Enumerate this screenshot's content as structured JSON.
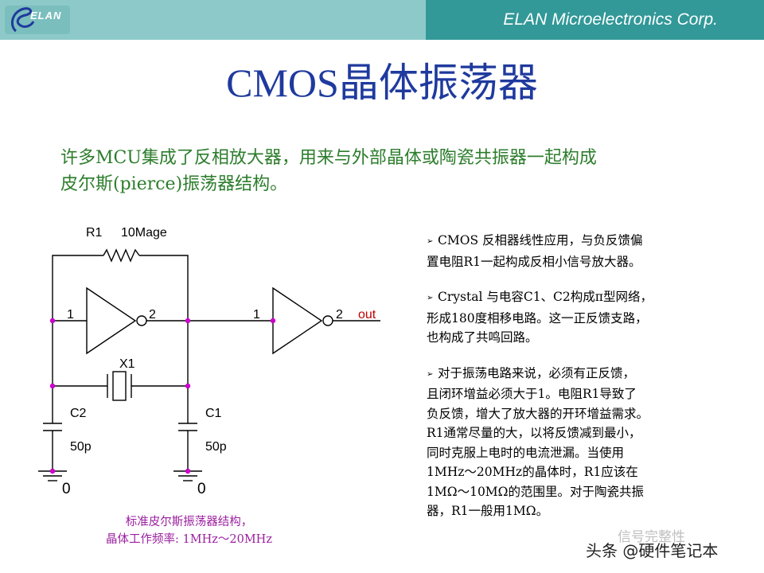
{
  "header": {
    "company": "ELAN Microelectronics Corp.",
    "logo_text": "ELAN"
  },
  "title": "CMOS晶体振荡器",
  "intro": {
    "line1": "许多MCU集成了反相放大器，用来与外部晶体或陶瓷共振器一起构成",
    "line2": "皮尔斯(pierce)振荡器结构。"
  },
  "schematic": {
    "r1_label": "R1",
    "r1_value": "10Mage",
    "x1_label": "X1",
    "c1_label": "C1",
    "c1_value": "50p",
    "c2_label": "C2",
    "c2_value": "50p",
    "inv1_pin_in": "1",
    "inv1_pin_out": "2",
    "inv2_pin_in": "1",
    "inv2_pin_out": "2",
    "out_label": "out",
    "gnd_left_label": "0",
    "gnd_right_label": "0"
  },
  "bullets": [
    [
      "CMOS 反相器线性应用，与负反馈偏",
      "置电阻R1一起构成反相小信号放大器。"
    ],
    [
      "Crystal 与电容C1、C2构成π型网络，",
      "形成180度相移电路。这一正反馈支路，",
      "也构成了共鸣回路。"
    ],
    [
      "对于振荡电路来说，必须有正反馈，",
      "且闭环增益必须大于1。电阻R1导致了",
      "负反馈，增大了放大器的开环增益需求。",
      "R1通常尽量的大，以将反馈减到最小，",
      "同时克服上电时的电流泄漏。当使用",
      "1MHz～20MHz的晶体时，R1应该在",
      "1MΩ～10MΩ的范围里。对于陶瓷共振",
      "器，R1一般用1MΩ。"
    ]
  ],
  "caption": {
    "line1": "标准皮尔斯振荡器结构，",
    "line2": "晶体工作频率: 1MHz～20MHz"
  },
  "watermark": {
    "line1": "信号完整性",
    "line2": "头条 @硬件笔记本"
  },
  "colors": {
    "header_light": "#8ec9c9",
    "header_dark": "#329898",
    "title": "#1f3a9e",
    "intro": "#2d7d2d",
    "node": "#cc00cc",
    "out_label": "#c00000",
    "caption": "#9b1fa0"
  }
}
